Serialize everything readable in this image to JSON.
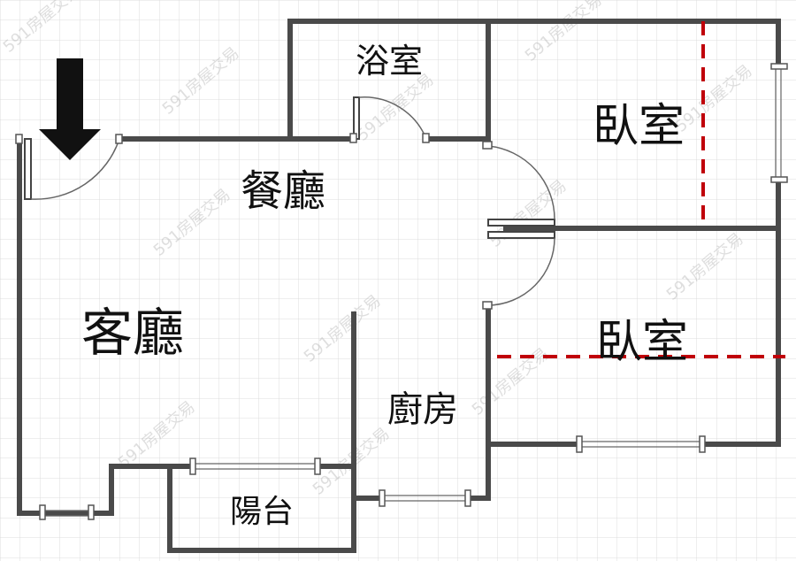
{
  "rooms": {
    "bathroom": "浴室",
    "bedroom_1": "臥室",
    "dining": "餐廳",
    "living": "客廳",
    "bedroom_2": "臥室",
    "kitchen": "廚房",
    "balcony": "陽台"
  },
  "watermark": "591房屋交易",
  "colors": {
    "wall": "#4a4a4a",
    "grid": "#dcdcdc",
    "red_dash": "#c0000a",
    "entrance_arrow": "#111111"
  },
  "entrance_icon": "down-arrow-icon"
}
